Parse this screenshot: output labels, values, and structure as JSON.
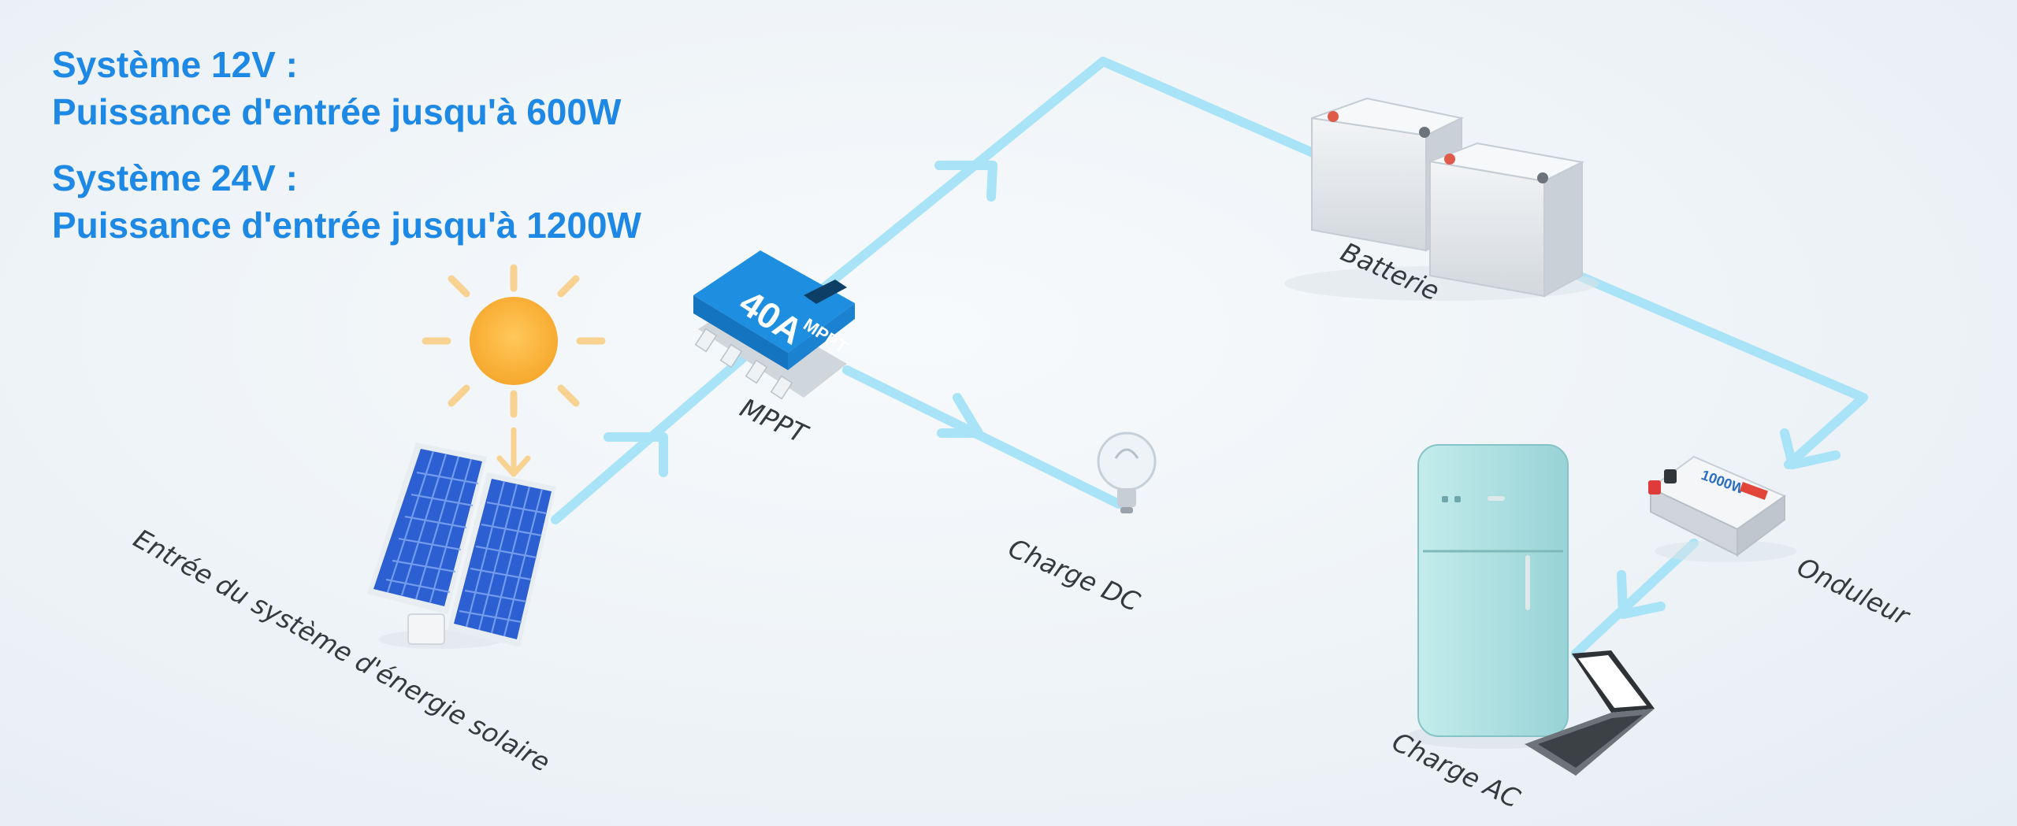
{
  "headlines": [
    {
      "title": "Système 12V :",
      "detail": "Puissance d'entrée jusqu'à 600W"
    },
    {
      "title": "Système 24V :",
      "detail": "Puissance d'entrée jusqu'à 1200W"
    }
  ],
  "labels": {
    "solar_input": "Entrée du système d'énergie solaire",
    "mppt": "MPPT",
    "battery": "Batterie",
    "dc_load": "Charge DC",
    "inverter": "Onduleur",
    "ac_load": "Charge AC"
  },
  "devices": {
    "controller_rating": "40A",
    "controller_type": "MPPT",
    "inverter_rating": "1000W"
  },
  "colors": {
    "headline": "#1e88e5",
    "flow_line": "#a8e3f7",
    "controller": "#1e8fe0",
    "sun": "#f7b23b",
    "fridge": "#a9dfe0"
  }
}
